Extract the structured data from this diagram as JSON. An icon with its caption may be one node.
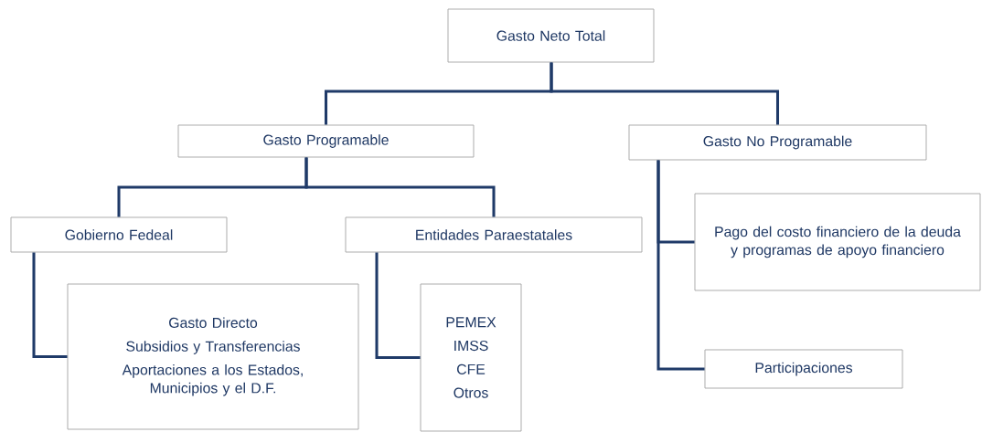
{
  "diagram": {
    "nodes": [
      {
        "text": [
          "Gasto Neto Total"
        ]
      },
      {
        "text": [
          "Gasto Programable"
        ]
      },
      {
        "text": [
          "Gasto No Programable"
        ]
      },
      {
        "text": [
          "Gobierno Fedeal"
        ]
      },
      {
        "text": [
          "Entidades Paraestatales"
        ]
      },
      {
        "text": [
          "Gasto Directo",
          "Subsidios y Transferencias",
          "Aportaciones a los Estados, Municipios y el D.F."
        ]
      },
      {
        "text": [
          "PEMEX",
          "IMSS",
          "CFE",
          "Otros"
        ]
      },
      {
        "text": [
          "Pago del costo financiero de la deuda y programas de apoyo financiero"
        ]
      },
      {
        "text": [
          "Participaciones"
        ]
      }
    ],
    "edges": [
      {
        "from": 0,
        "to": 1,
        "arrow": "none"
      },
      {
        "from": 0,
        "to": 2,
        "arrow": "none"
      },
      {
        "from": 1,
        "to": 3,
        "arrow": "none"
      },
      {
        "from": 1,
        "to": 4,
        "arrow": "none"
      },
      {
        "from": 3,
        "to": 5,
        "arrow": "none"
      },
      {
        "from": 4,
        "to": 6,
        "arrow": "none"
      },
      {
        "from": 2,
        "to": 7,
        "arrow": "none"
      },
      {
        "from": 2,
        "to": 8,
        "arrow": "none"
      }
    ]
  }
}
